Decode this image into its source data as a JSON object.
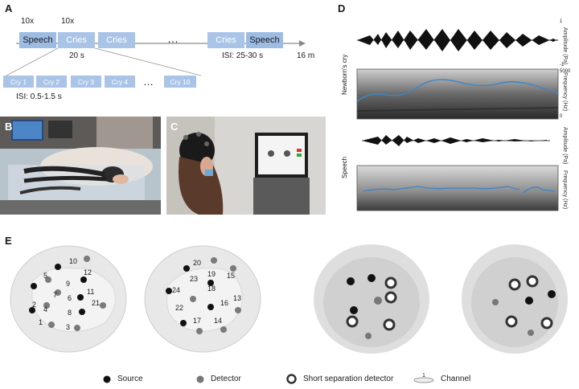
{
  "panels": {
    "a": "A",
    "b": "B",
    "c": "C",
    "d": "D",
    "e": "E"
  },
  "timeline": {
    "count_speech": "10x",
    "count_cries": "10x",
    "blocks": [
      "Speech",
      "Cries",
      "Cries",
      "Cries",
      "Speech"
    ],
    "ellipsis": "…",
    "block_duration": "20 s",
    "isi_blocks": "ISI: 25-30 s",
    "total": "16 m",
    "cries": [
      "Cry 1",
      "Cry 2",
      "Cry 3",
      "Cry 4",
      "Cry 10"
    ],
    "cry_ellipsis": "…",
    "isi_cries": "ISI: 0.5-1.5 s"
  },
  "spectro": {
    "label_cry": "Newborn's cry",
    "label_speech": "Speech",
    "amp_label": "Amplitude (Pa)",
    "freq_label": "Frequency (Hz)",
    "t1": "1",
    "tm1": "-1",
    "f5000": "5000",
    "f0": "0"
  },
  "channels_left": [
    "10",
    "12",
    "5",
    "9",
    "11",
    "7",
    "6",
    "21",
    "2",
    "4",
    "8",
    "1",
    "3"
  ],
  "channels_right": [
    "20",
    "19",
    "15",
    "24",
    "18",
    "23",
    "16",
    "22",
    "17",
    "14",
    "13"
  ],
  "legend": {
    "source": "Source",
    "detector": "Detector",
    "short": "Short separation detector",
    "channel": "Channel",
    "channel_num": "1"
  },
  "colors": {
    "block": "#a9c4e6",
    "source": "#111111",
    "detector": "#777777",
    "f0_line": "#3b86c9"
  }
}
